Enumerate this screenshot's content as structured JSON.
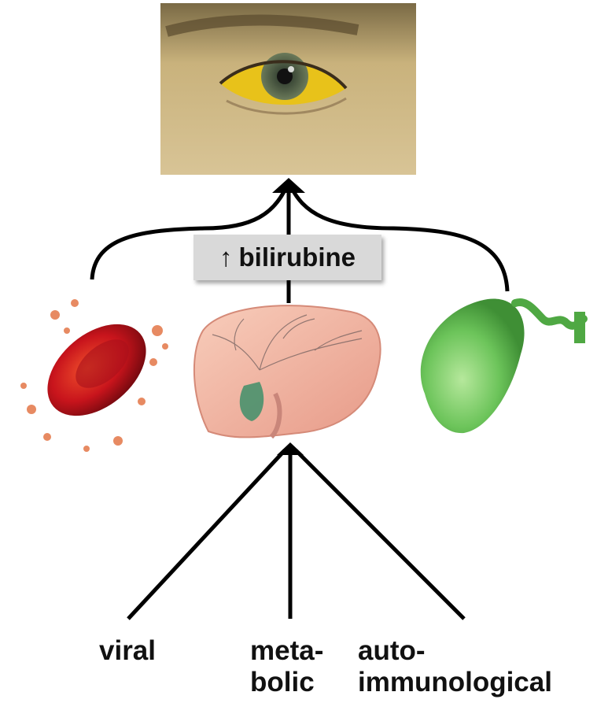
{
  "center_label": {
    "arrow": "↑",
    "text": "bilirubine"
  },
  "causes": {
    "viral": "viral",
    "metabolic_line1": "meta-",
    "metabolic_line2": "bolic",
    "auto_line1": "auto-",
    "auto_line2": "immunological"
  },
  "icons": [
    "jaundiced-eye-photo",
    "red-blood-cell-icon",
    "liver-icon",
    "gallbladder-icon"
  ],
  "colors": {
    "sclera_yellow": "#e8c21a",
    "rbc_red": "#c8141c",
    "liver_pink": "#f3b8a4",
    "gallbladder_green": "#6cc45a",
    "box_gray": "#d9d9d9"
  }
}
